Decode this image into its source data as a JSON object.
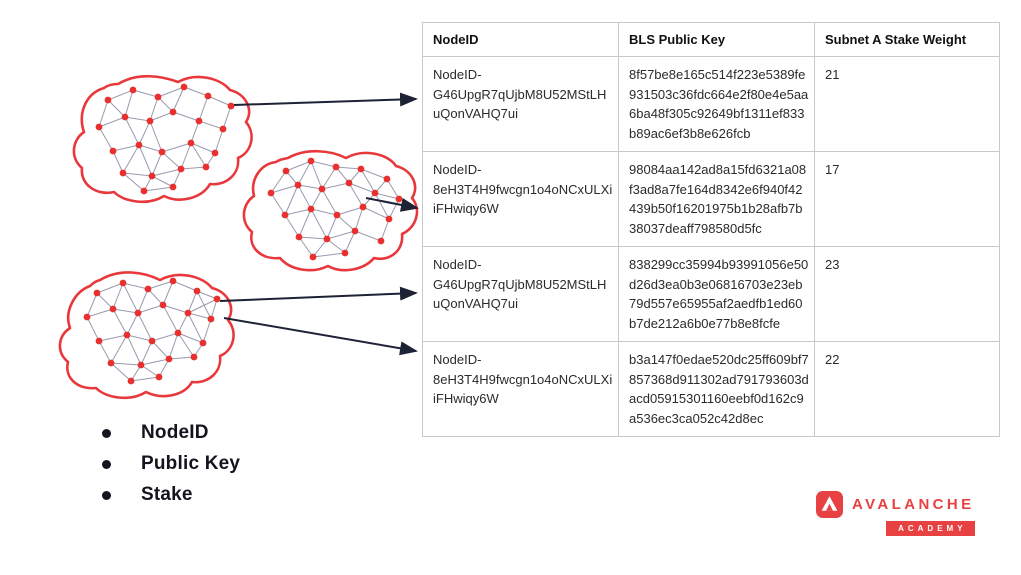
{
  "table": {
    "headers": [
      "NodeID",
      "BLS Public Key",
      "Subnet A Stake Weight"
    ],
    "rows": [
      {
        "node_id": "NodeID-G46UpgR7qUjbM8U52MStLHuQonVAHQ7ui",
        "bls_public_key": "8f57be8e165c514f223e5389fe931503c36fdc664e2f80e4e5aa6ba48f305c92649bf1311ef833b89ac6ef3b8e626fcb",
        "stake_weight": "21"
      },
      {
        "node_id": "NodeID-8eH3T4H9fwcgn1o4oNCxULXiiFHwiqy6W",
        "bls_public_key": "98084aa142ad8a15fd6321a08f3ad8a7fe164d8342e6f940f42439b50f16201975b1b28afb7b38037deaff798580d5fc",
        "stake_weight": "17"
      },
      {
        "node_id": "NodeID-G46UpgR7qUjbM8U52MStLHuQonVAHQ7ui",
        "bls_public_key": "838299cc35994b93991056e50d26d3ea0b3e06816703e23eb79d557e65955af2aedfb1ed60b7de212a6b0e77b8e8fcfe",
        "stake_weight": "23"
      },
      {
        "node_id": "NodeID-8eH3T4H9fwcgn1o4oNCxULXiiFHwiqy6W",
        "bls_public_key": "b3a147f0edae520dc25ff609bf7857368d911302ad791793603dacd05915301160eebf0d162c9a536ec3ca052c42d8ec",
        "stake_weight": "22"
      }
    ]
  },
  "legend": {
    "items": [
      "NodeID",
      "Public Key",
      "Stake"
    ]
  },
  "logo": {
    "brand": "AVALANCHE",
    "subtitle": "ACADEMY"
  },
  "colors": {
    "accent_red": "#E84142",
    "node_dot": "#E8312F",
    "blob_outline": "#E8383C",
    "edge_gray": "#9A9AAE",
    "arrow": "#1E2235",
    "table_border": "#C9C9C9",
    "text_dark": "#14141E"
  },
  "icons": {
    "avalanche_logo": "avalanche-triangle-mark",
    "bullet": "●",
    "arrowhead": "filled-triangle-right"
  }
}
